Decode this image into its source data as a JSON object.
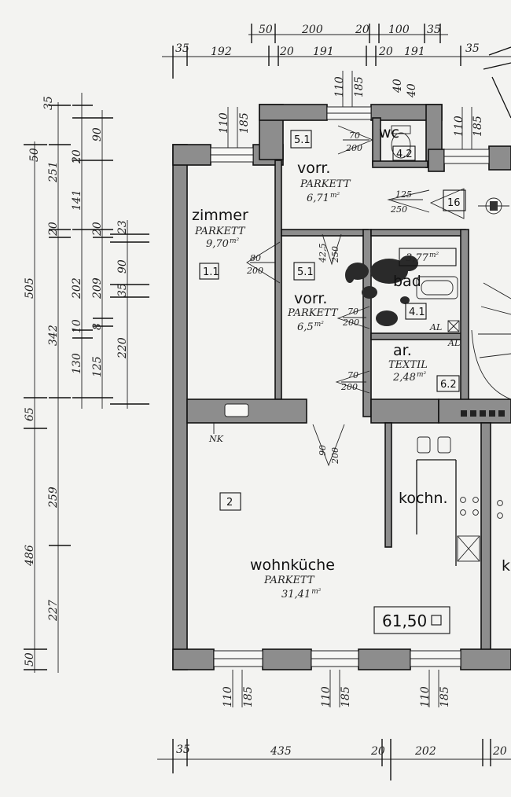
{
  "rooms": {
    "zimmer": {
      "name": "zimmer",
      "floor": "PARKETT",
      "area": "9,70",
      "unit": "m²",
      "code": "1.1"
    },
    "vorr_top": {
      "name": "vorr.",
      "floor": "PARKETT",
      "area": "6,71",
      "unit": "m²",
      "code": "5.1"
    },
    "vorr_mid": {
      "name": "vorr.",
      "floor": "PARKETT",
      "area": "6,5",
      "unit": "m²",
      "code": "5.1"
    },
    "wc": {
      "name": "wc",
      "code": "4.2"
    },
    "bad": {
      "name": "bad",
      "area": "3,77",
      "unit": "m²",
      "code": "4.1"
    },
    "ar": {
      "name": "ar.",
      "floor": "TEXTIL",
      "area": "2,48",
      "unit": "m²",
      "code": "6.2"
    },
    "wohnkueche": {
      "name": "wohnküche",
      "floor": "PARKETT",
      "area": "31,41",
      "unit": "m²",
      "code": "2"
    },
    "kochn": {
      "name": "kochn."
    },
    "k": {
      "name": "k"
    }
  },
  "total_area": "61,50",
  "marks": {
    "stair_no": "16",
    "nk": "NK",
    "al1": "AL",
    "al2": "AL"
  },
  "doors": {
    "d_wc": {
      "w": "70",
      "h": "200"
    },
    "d_vorr_top": {
      "w": "125",
      "h": "250"
    },
    "d_vorr_mid": {
      "w": "80",
      "h": "200"
    },
    "d_bad_a": {
      "w": "42,5",
      "h": "250"
    },
    "d_bad_b": {
      "w": "70",
      "h": "200"
    },
    "d_ar": {
      "w": "70",
      "h": "200"
    },
    "d_kitchen": {
      "w": "90",
      "h": "200"
    }
  },
  "windows": {
    "w1": {
      "a": "110",
      "b": "185"
    },
    "w2": {
      "a": "110",
      "b": "185"
    },
    "w3": {
      "a": "110",
      "b": "185"
    },
    "w4": {
      "a": "110",
      "b": "185"
    },
    "w5": {
      "a": "110",
      "b": "185"
    },
    "w6": {
      "a": "110",
      "b": "185"
    },
    "w7": {
      "a": "40",
      "b": "40"
    }
  },
  "dims_top_row1": [
    "50",
    "200",
    "20",
    "100",
    "35"
  ],
  "dims_top_row2": [
    "35",
    "192",
    "20",
    "191",
    "20",
    "191",
    "35"
  ],
  "dims_bottom": [
    "35",
    "435",
    "20",
    "202",
    "20"
  ],
  "dims_left_outer": [
    "505",
    "65",
    "486",
    "50"
  ],
  "dims_left_mid": [
    "50",
    "251",
    "20",
    "342",
    "259",
    "227"
  ],
  "dims_left_inner": [
    "35",
    "20",
    "141",
    "202",
    "10",
    "130"
  ],
  "dims_left_right": [
    "90",
    "20",
    "209",
    "8",
    "125"
  ],
  "dims_left_far": [
    "23",
    "90",
    "35",
    "220"
  ]
}
